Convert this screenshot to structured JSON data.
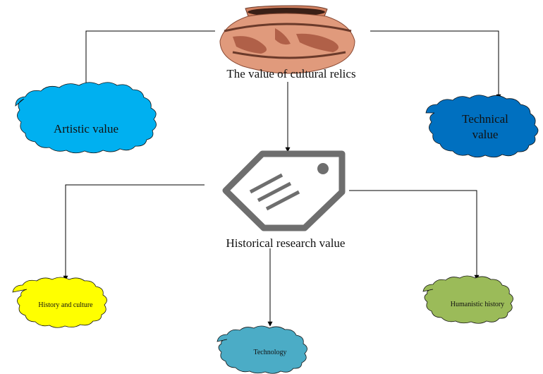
{
  "nodes": {
    "root": {
      "label": "The value of cultural relics",
      "icon": "clay-pot-icon"
    },
    "artistic": {
      "label": "Artistic value",
      "color": "#00B0F0"
    },
    "technical": {
      "label_line1": "Technical",
      "label_line2": "value",
      "color": "#0070C0"
    },
    "historical": {
      "label": "Historical research value",
      "icon": "price-tag-icon"
    },
    "history_culture": {
      "label": "History and culture",
      "color": "#FFFF00"
    },
    "technology": {
      "label": "Technology",
      "color": "#4BACC6"
    },
    "humanistic": {
      "label": "Humanistic history",
      "color": "#9BBB59"
    }
  },
  "edges": [
    {
      "from": "root",
      "to": "artistic"
    },
    {
      "from": "root",
      "to": "technical"
    },
    {
      "from": "root",
      "to": "historical"
    },
    {
      "from": "historical",
      "to": "history_culture"
    },
    {
      "from": "historical",
      "to": "technology"
    },
    {
      "from": "historical",
      "to": "humanistic"
    }
  ]
}
